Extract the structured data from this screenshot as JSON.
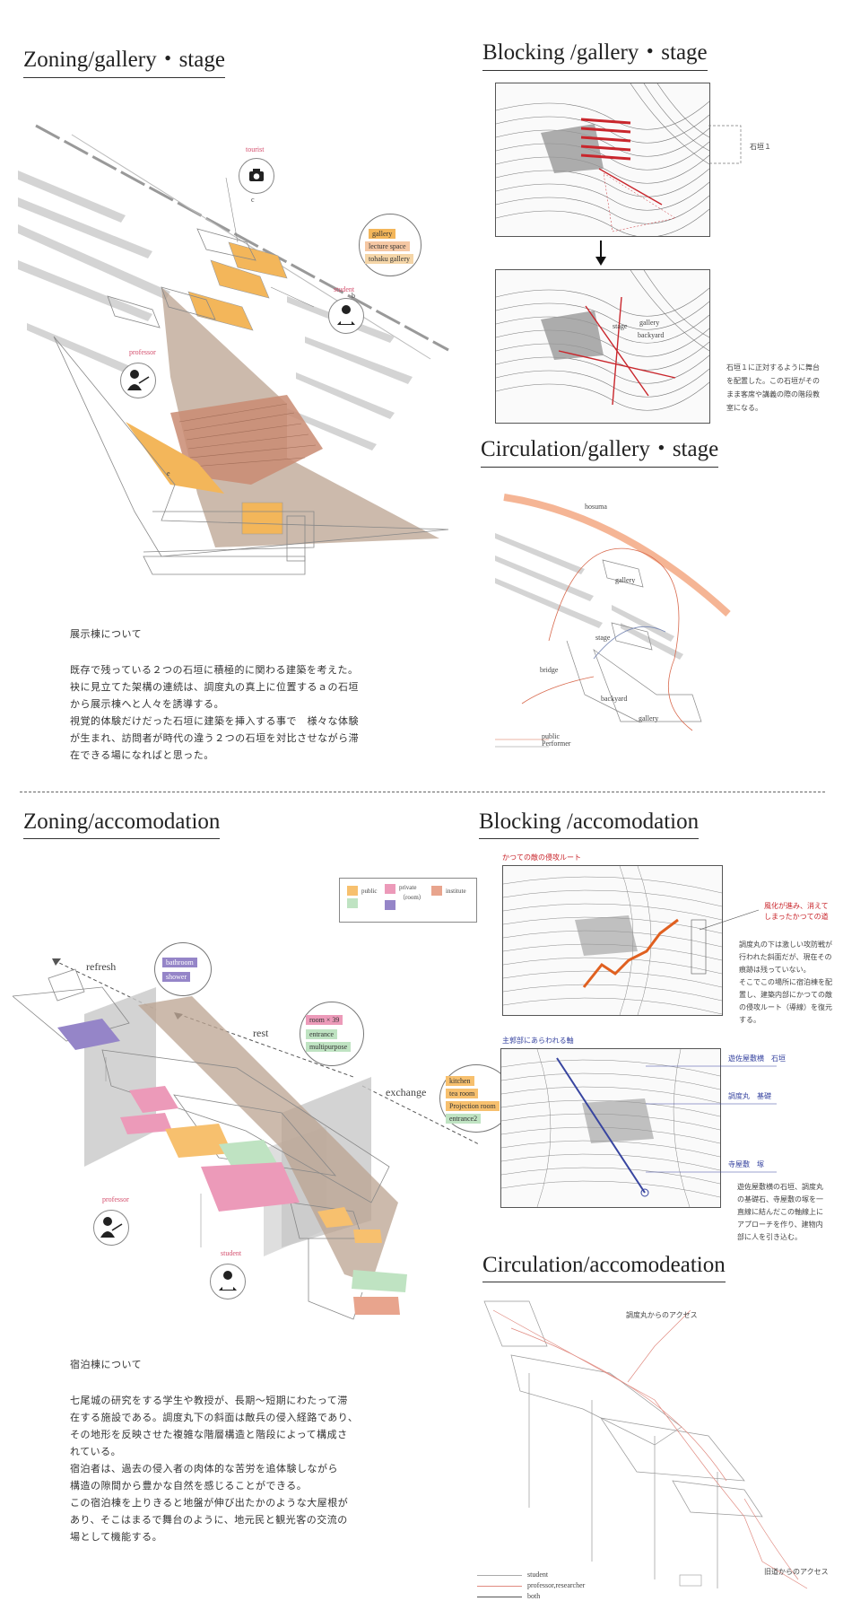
{
  "titles": {
    "zoning_gallery": "Zoning/gallery・stage",
    "blocking_gallery": "Blocking /gallery・stage",
    "circulation_gallery": "Circulation/gallery・stage",
    "zoning_accom": "Zoning/accomodation",
    "blocking_accom": "Blocking /accomodation",
    "circulation_accom": "Circulation/accomodeation"
  },
  "zoning_gallery": {
    "legend": [
      "gallery",
      "lecture space",
      "tohaku gallery"
    ],
    "labels": {
      "tourist": "tourist",
      "student": "student",
      "professor": "professor",
      "c": "c",
      "b": "b",
      "e": "e"
    }
  },
  "blocking_gallery": {
    "side_note_1": "石垣１",
    "side_note_2": [
      "石垣１に正対するように舞台",
      "を配置した。この石垣がその",
      "まま客席や講義の際の階段教",
      "室になる。"
    ],
    "map_labels": {
      "stage": "stage",
      "gallery": "gallery",
      "backyard": "backyard"
    }
  },
  "circulation_gallery": {
    "labels": {
      "hosuma": "hosuma",
      "gallery": "gallery",
      "stage": "stage",
      "bridge": "bridge",
      "backyard": "backyard",
      "gallery2": "gallery"
    },
    "legend": [
      "public",
      "Performer"
    ]
  },
  "gallery_text": {
    "heading": "展示棟について",
    "lines": [
      "既存で残っている２つの石垣に積極的に関わる建築を考えた。",
      "袂に見立てた架構の連続は、調度丸の真上に位置するａの石垣",
      "から展示棟へと人々を誘導する。",
      "視覚的体験だけだった石垣に建築を挿入する事で　様々な体験",
      "が生まれ、訪問者が時代の違う２つの石垣を対比させながら滞",
      "在できる場になればと思った。"
    ]
  },
  "zoning_accom": {
    "legend": {
      "public": "public",
      "private": "private",
      "room": "（room）",
      "institute": "institute"
    },
    "arrows": {
      "refresh": "refresh",
      "rest": "rest",
      "exchange": "exchange"
    },
    "bubble_refresh": [
      "bathroom",
      "shower"
    ],
    "bubble_rest": [
      "room × 39",
      "entrance",
      "multipurpose"
    ],
    "bubble_exchange": [
      "kitchen",
      "tea room",
      "Projection room",
      "entrance2"
    ],
    "labels": {
      "professor": "professor",
      "student": "student"
    }
  },
  "blocking_accom": {
    "map1_title": "かつての敵の侵攻ルート",
    "map1_callout": [
      "風化が進み、消えて",
      "しまったかつての道"
    ],
    "map1_note": [
      "調度丸の下は激しい攻防戦が",
      "行われた斜面だが、現在その",
      "痕跡は残っていない。",
      "そこでこの場所に宿泊棟を配",
      "置し、建築内部にかつての敵",
      "の侵攻ルート（導線）を復元",
      "する。"
    ],
    "map2_title": "主郭部にあらわれる軸",
    "map2_rows": [
      "遊佐屋敷横　石垣",
      "調度丸　基礎",
      "寺屋敷　塚"
    ],
    "map2_note": [
      "遊佐屋敷横の石垣、調度丸",
      "の基礎石、寺屋敷の塚を一",
      "直線に結んだこの軸線上に",
      "アプローチを作り、建物内",
      "部に人を引き込む。"
    ]
  },
  "circulation_accom": {
    "access_top": "調度丸からのアクセス",
    "access_bottom": "旧道からのアクセス",
    "legend": [
      "student",
      "professor,researcher",
      "both"
    ]
  },
  "accom_text": {
    "heading": "宿泊棟について",
    "lines": [
      "七尾城の研究をする学生や教授が、長期〜短期にわたって滞",
      "在する施設である。調度丸下の斜面は敵兵の侵入経路であり、",
      "その地形を反映させた複雑な階層構造と階段によって構成さ",
      "れている。",
      "宿泊者は、過去の侵入者の肉体的な苦労を追体験しながら",
      "構造の隙間から豊かな自然を感じることができる。",
      "この宿泊棟を上りきると地盤が伸び出たかのような大屋根が",
      "あり、そこはまるで舞台のように、地元民と観光客の交流の",
      "場として機能する。"
    ]
  },
  "colors": {
    "gallery_orange": "#f3b65a",
    "lecture_salmon": "#e9a07f",
    "tohaku_beige": "#f5d6a8",
    "public_orange": "#f7c06e",
    "public_green": "#bfe3c2",
    "private_pink": "#ec9ab9",
    "private_purple": "#9585c8",
    "institute_salmon": "#e8a48d",
    "stage_brown": "#bba390",
    "route_red": "#c9262c",
    "axis_blue": "#3845a0"
  },
  "icons": [
    "camera-icon",
    "reader-icon",
    "lecturer-icon"
  ]
}
